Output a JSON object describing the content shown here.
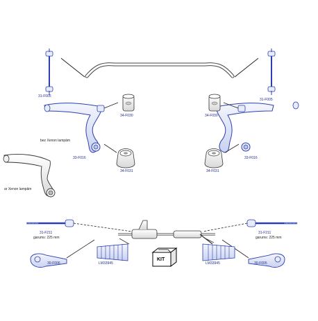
{
  "colors": {
    "part_blue": "#2a3eb1",
    "part_fill": "#e8ecf8",
    "outline": "#333333",
    "label": "#1f2f8f"
  },
  "labels": {
    "link_left": "31-F005",
    "link_right": "31-F005",
    "arm_left": "33-F016",
    "arm_right": "33-F016",
    "bush_small_left": "34-F030",
    "bush_small_right": "34-F030",
    "bush_big_left": "34-F031",
    "bush_big_right": "34-F031",
    "rod_left": "31-F211",
    "rod_right": "31-F211",
    "end_left": "30-F006",
    "end_right": "30-F005",
    "boot_left": "LM33945",
    "boot_right": "LM33945"
  },
  "notes": {
    "without_xenon": "bez Xenon lampām",
    "with_xenon": "ar Xenon lampām",
    "length_left": "garums: 225 mm",
    "length_right": "garums: 225 mm"
  },
  "kit": {
    "text": "KIT"
  }
}
